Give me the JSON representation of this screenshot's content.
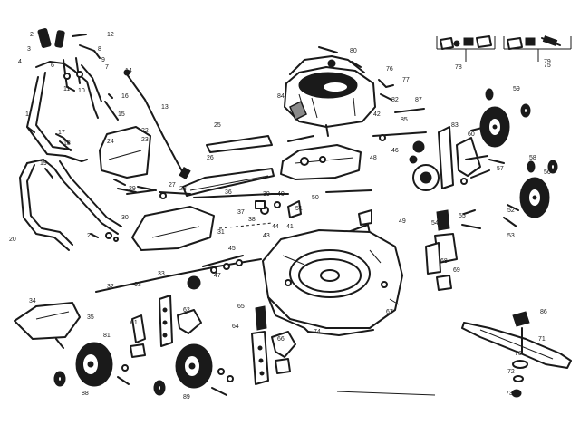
{
  "diagram": {
    "callouts": {
      "c1": "1",
      "c2": "2",
      "c3": "3",
      "c4": "4",
      "c6": "6",
      "c7": "7",
      "c8": "8",
      "c9": "9",
      "c10": "10",
      "c11": "11",
      "c12": "12",
      "c13": "13",
      "c14": "14",
      "c15": "15",
      "c16": "16",
      "c17": "17",
      "c18": "18",
      "c19": "19",
      "c20": "20",
      "c21": "21",
      "c22": "22",
      "c23": "23",
      "c24": "24",
      "c25": "25",
      "c26": "26",
      "c27": "27",
      "c28": "28",
      "c29": "29",
      "c30": "30",
      "c31": "31",
      "c32": "32",
      "c33": "33",
      "c34": "34",
      "c35": "35",
      "c36": "36",
      "c37": "37",
      "c38": "38",
      "c39": "39",
      "c40": "40",
      "c41": "41",
      "c42": "42",
      "c43": "43",
      "c44": "44",
      "c45": "45",
      "c46": "46",
      "c47": "47",
      "c48": "48",
      "c49": "49",
      "c50": "50",
      "c51": "51",
      "c52": "52",
      "c53": "53",
      "c54": "54",
      "c55": "55",
      "c56": "56",
      "c57": "57",
      "c58": "58",
      "c59": "59",
      "c60": "60",
      "c61": "61",
      "c62": "62",
      "c63": "63",
      "c64": "64",
      "c65": "65",
      "c66": "66",
      "c67": "67",
      "c68": "68",
      "c69": "69",
      "c70": "70",
      "c71": "71",
      "c72": "72",
      "c73": "73",
      "c74": "74",
      "c75": "75",
      "c76": "76",
      "c77": "77",
      "c78": "78",
      "c79": "79",
      "c80": "80",
      "c81": "81",
      "c82": "82",
      "c83": "83",
      "c84": "84",
      "c85": "85",
      "c86": "86",
      "c87": "87",
      "c88": "88",
      "c89": "89"
    }
  }
}
